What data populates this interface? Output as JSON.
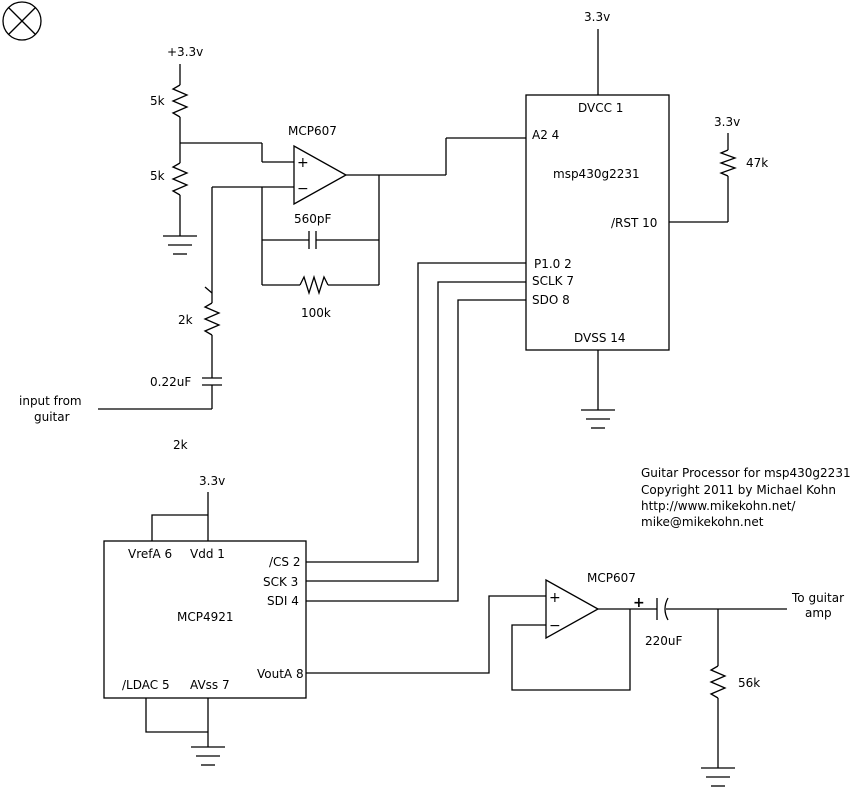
{
  "power": {
    "top_opamp_supply": "+3.3v",
    "mcu_supply": "3.3v",
    "reset_supply": "3.3v",
    "dac_supply": "3.3v"
  },
  "components": {
    "r_divider_top": "5k",
    "r_divider_bottom": "5k",
    "opamp_input": "MCP607",
    "cap_feedback": "560pF",
    "r_feedback": "100k",
    "r_input": "2k",
    "cap_input": "0.22uF",
    "stray_label": "2k",
    "r_reset": "47k",
    "opamp_output": "MCP607",
    "cap_output": "220uF",
    "r_output": "56k"
  },
  "opamp_symbols": {
    "plus": "+",
    "minus": "−",
    "cap_plus": "+"
  },
  "mcu": {
    "name": "msp430g2231",
    "pins": {
      "dvcc": "DVCC 1",
      "a2": "A2 4",
      "rst": "/RST 10",
      "p10": "P1.0 2",
      "sclk": "SCLK 7",
      "sdo": "SDO 8",
      "dvss": "DVSS 14"
    }
  },
  "dac": {
    "name": "MCP4921",
    "pins": {
      "vrefa": "VrefA 6",
      "vdd": "Vdd 1",
      "cs": "/CS 2",
      "sck": "SCK 3",
      "sdi": "SDI 4",
      "vouta": "VoutA 8",
      "ldac": "/LDAC 5",
      "avss": "AVss 7"
    }
  },
  "io": {
    "input_line1": "input from",
    "input_line2": "guitar",
    "output_line1": "To guitar",
    "output_line2": "amp"
  },
  "credits": {
    "line1": "Guitar Processor for msp430g2231",
    "line2": "Copyright 2011 by Michael Kohn",
    "line3": "http://www.mikekohn.net/",
    "line4": "mike@mikekohn.net"
  },
  "icons": {
    "corner_symbol": "close-circle-icon"
  }
}
